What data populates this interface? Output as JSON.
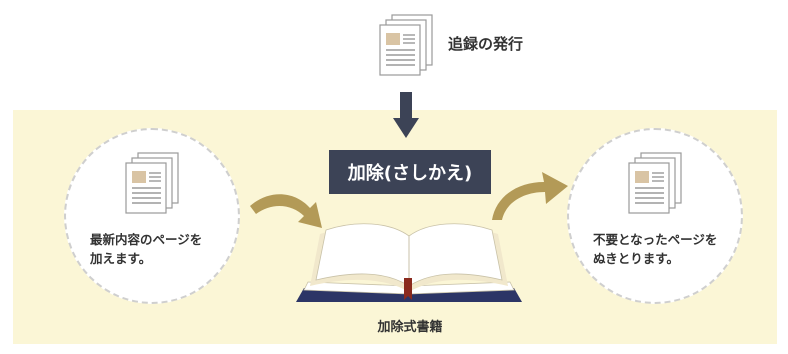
{
  "top": {
    "label": "追録の発行"
  },
  "center": {
    "label": "加除(さしかえ)"
  },
  "left_circle": {
    "line1": "最新内容のページを",
    "line2": "加えます。"
  },
  "right_circle": {
    "line1": "不要となったページを",
    "line2": "ぬきとります。"
  },
  "book": {
    "label": "加除式書籍"
  },
  "colors": {
    "panel_bg": "#fbf6d6",
    "box_bg": "#3c4356",
    "arrow_dark": "#3c4356",
    "arrow_gold": "#b39a57",
    "doc_thumb": "#d9c4a4",
    "book_cover": "#2c3566"
  }
}
